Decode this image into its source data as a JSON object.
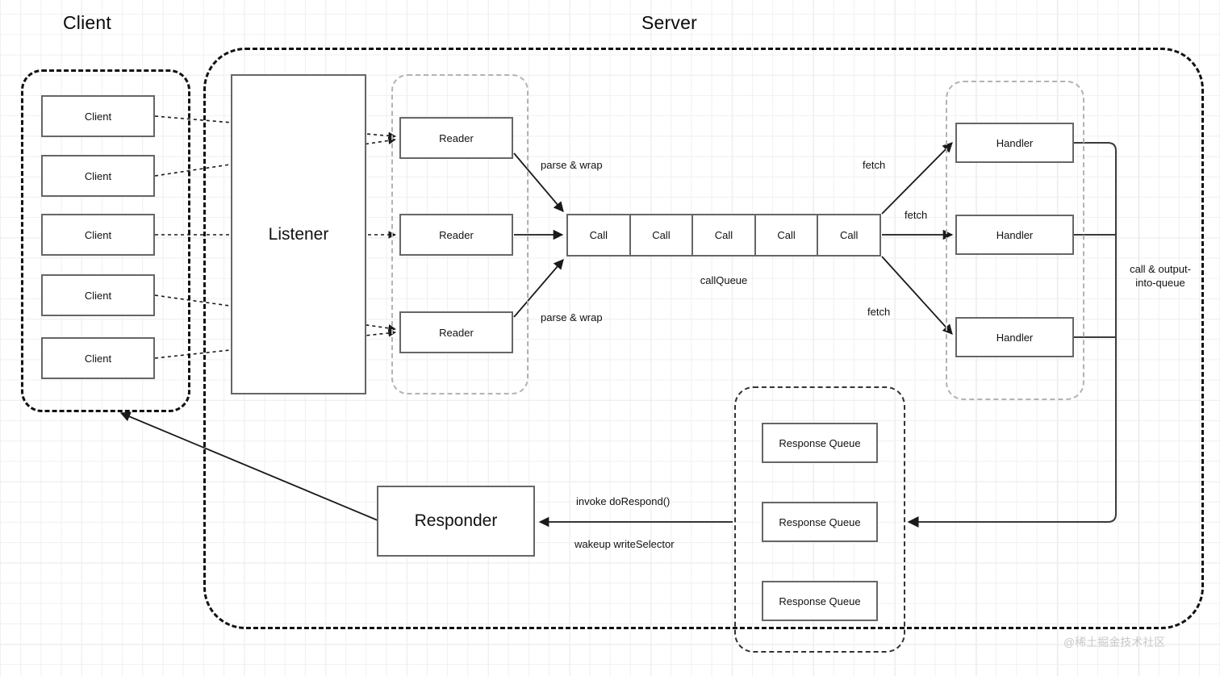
{
  "diagram": {
    "zones": {
      "client_title": "Client",
      "server_title": "Server"
    },
    "client_group": {
      "items": [
        {
          "label": "Client"
        },
        {
          "label": "Client"
        },
        {
          "label": "Client"
        },
        {
          "label": "Client"
        },
        {
          "label": "Client"
        }
      ]
    },
    "listener": {
      "label": "Listener"
    },
    "reader_group": {
      "items": [
        {
          "label": "Reader"
        },
        {
          "label": "Reader"
        },
        {
          "label": "Reader"
        }
      ]
    },
    "call_queue": {
      "name": "callQueue",
      "cells": [
        {
          "label": "Call"
        },
        {
          "label": "Call"
        },
        {
          "label": "Call"
        },
        {
          "label": "Call"
        },
        {
          "label": "Call"
        }
      ]
    },
    "handler_group": {
      "items": [
        {
          "label": "Handler"
        },
        {
          "label": "Handler"
        },
        {
          "label": "Handler"
        }
      ]
    },
    "response_queue_group": {
      "items": [
        {
          "label": "Response Queue"
        },
        {
          "label": "Response Queue"
        },
        {
          "label": "Response Queue"
        }
      ]
    },
    "responder": {
      "label": "Responder"
    },
    "edge_labels": {
      "parse_wrap_top": "parse & wrap",
      "parse_wrap_bottom": "parse & wrap",
      "fetch_top": "fetch",
      "fetch_middle": "fetch",
      "fetch_bottom": "fetch",
      "call_and_output_into_queue": "call\n&\noutput-\ninto-queue",
      "invoke_dorespond": "invoke doRespond()",
      "wakeup_writeselector": "wakeup writeSelector"
    },
    "watermark": "@稀土掘金技术社区",
    "colors": {
      "box_border": "#666666",
      "group_border_dark": "#111111",
      "group_border_light": "#b3b3b3",
      "text": "#111111",
      "grid_line": "#f0f0f0",
      "background": "#ffffff",
      "watermark": "#c9c9c9"
    }
  }
}
